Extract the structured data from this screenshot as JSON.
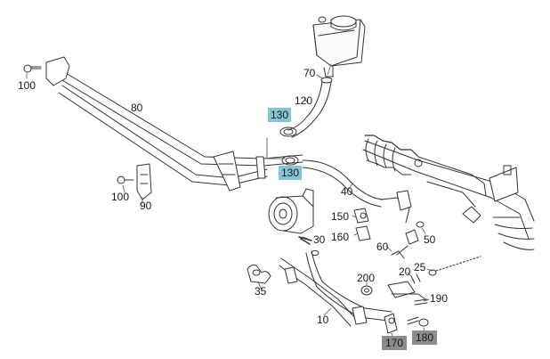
{
  "diagram": {
    "labels": {
      "p100a": "100",
      "p80": "80",
      "p70": "70",
      "p120": "120",
      "p130a": "130",
      "p130b": "130",
      "p100b": "100",
      "p90": "90",
      "p40": "40",
      "p30": "30",
      "p150": "150",
      "p160": "160",
      "p60": "60",
      "p50": "50",
      "p200": "200",
      "p20": "20",
      "p25": "25",
      "p35": "35",
      "p190": "190",
      "p10": "10",
      "p170": "170",
      "p180": "180"
    },
    "highlight_colors": {
      "selected": "#86c4d8",
      "secondary": "#8c8c8c"
    }
  }
}
